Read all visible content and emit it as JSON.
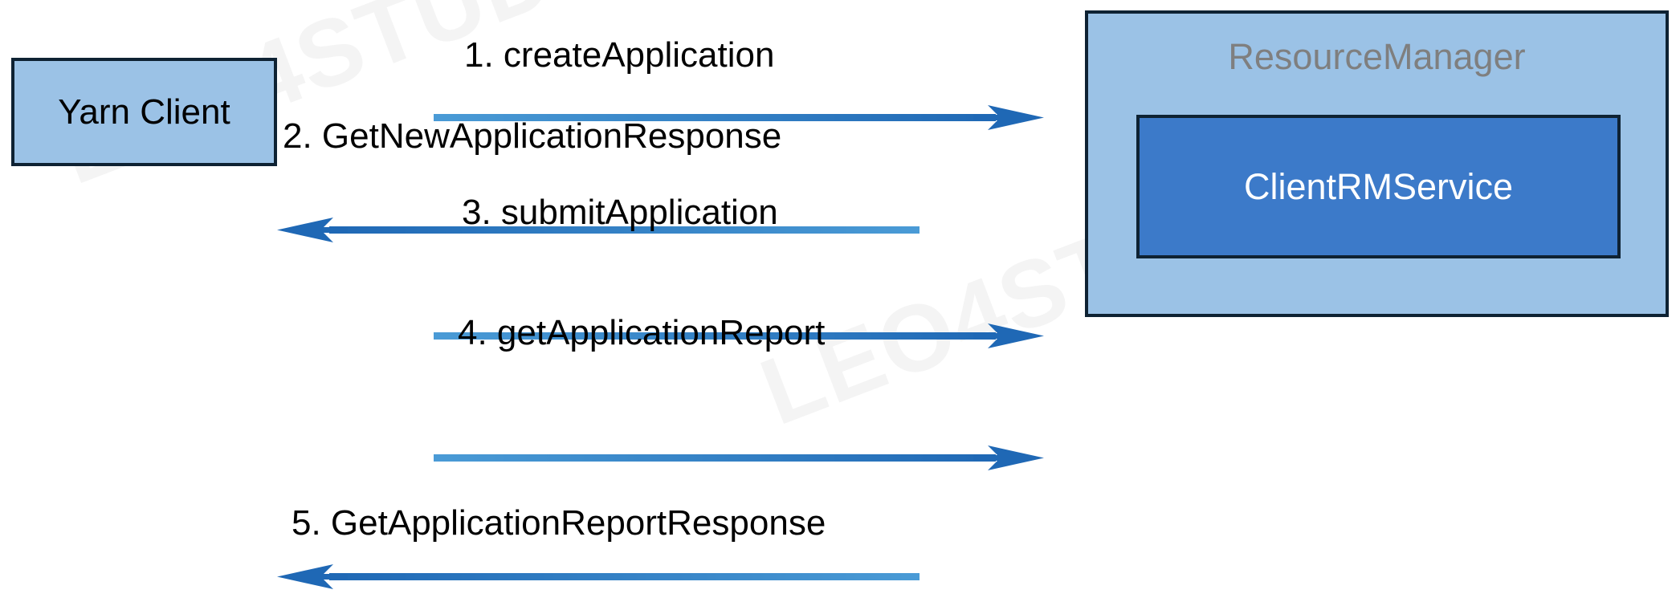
{
  "diagram": {
    "title": "YARN application submission sequence",
    "background_color": "#ffffff",
    "watermark_text": "LEO4STUDY",
    "watermark_color": "#f4f4f4",
    "colors": {
      "node_fill": "#9BC2E6",
      "node_border": "#0E2233",
      "service_fill": "#3C7AC9",
      "service_text": "#ffffff",
      "group_title_text": "#7F7F7F",
      "arrow_light": "#4A9BD6",
      "arrow_dark": "#1F68B5",
      "label_text": "#000000"
    }
  },
  "nodes": {
    "client": {
      "label": "Yarn Client"
    },
    "resource_manager": {
      "title": "ResourceManager",
      "service": {
        "label": "ClientRMService"
      }
    }
  },
  "messages": [
    {
      "number": "1.",
      "name": "createApplication",
      "label": "1. createApplication",
      "direction": "right",
      "from": "client",
      "to": "resource_manager"
    },
    {
      "number": "2.",
      "name": "GetNewApplicationResponse",
      "label": "2. GetNewApplicationResponse",
      "direction": "left",
      "from": "resource_manager",
      "to": "client"
    },
    {
      "number": "3.",
      "name": "submitApplication",
      "label": "3. submitApplication",
      "direction": "right",
      "from": "client",
      "to": "resource_manager"
    },
    {
      "number": "4.",
      "name": "getApplicationReport",
      "label": "4. getApplicationReport",
      "direction": "right",
      "from": "client",
      "to": "resource_manager"
    },
    {
      "number": "5.",
      "name": "GetApplicationReportResponse",
      "label": "5. GetApplicationReportResponse",
      "direction": "left",
      "from": "resource_manager",
      "to": "client"
    }
  ]
}
